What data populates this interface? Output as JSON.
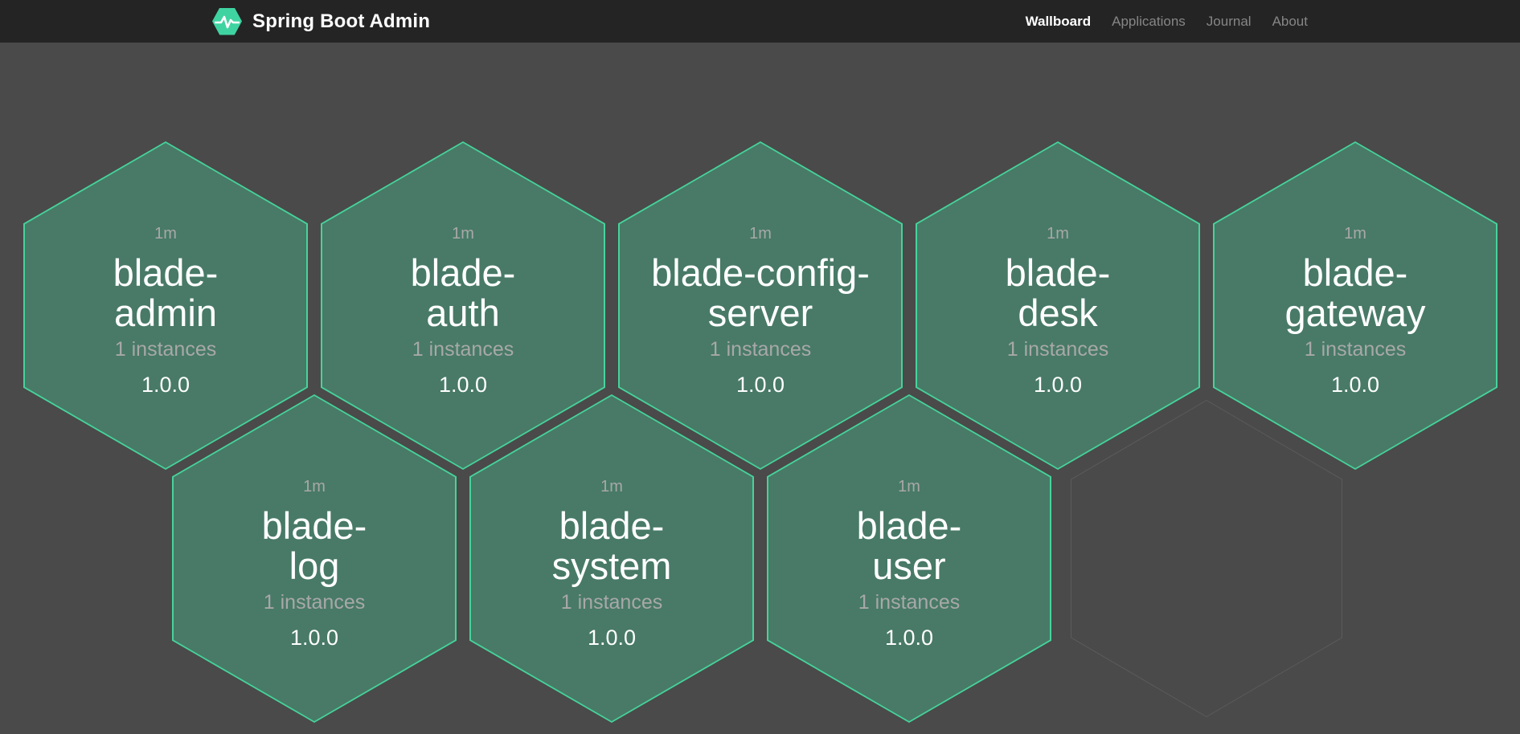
{
  "header": {
    "title": "Spring Boot Admin",
    "nav": [
      {
        "label": "Wallboard",
        "active": true
      },
      {
        "label": "Applications",
        "active": false
      },
      {
        "label": "Journal",
        "active": false
      },
      {
        "label": "About",
        "active": false
      }
    ]
  },
  "wallboard": {
    "applications": [
      {
        "name": "blade-admin",
        "name_lines": [
          "blade-",
          "admin"
        ],
        "uptime": "1m",
        "instances": "1 instances",
        "version": "1.0.0",
        "status": "up"
      },
      {
        "name": "blade-auth",
        "name_lines": [
          "blade-",
          "auth"
        ],
        "uptime": "1m",
        "instances": "1 instances",
        "version": "1.0.0",
        "status": "up"
      },
      {
        "name": "blade-config-server",
        "name_lines": [
          "blade-config-",
          "server"
        ],
        "uptime": "1m",
        "instances": "1 instances",
        "version": "1.0.0",
        "status": "up"
      },
      {
        "name": "blade-desk",
        "name_lines": [
          "blade-",
          "desk"
        ],
        "uptime": "1m",
        "instances": "1 instances",
        "version": "1.0.0",
        "status": "up"
      },
      {
        "name": "blade-gateway",
        "name_lines": [
          "blade-",
          "gateway"
        ],
        "uptime": "1m",
        "instances": "1 instances",
        "version": "1.0.0",
        "status": "up"
      },
      {
        "name": "blade-log",
        "name_lines": [
          "blade-",
          "log"
        ],
        "uptime": "1m",
        "instances": "1 instances",
        "version": "1.0.0",
        "status": "up"
      },
      {
        "name": "blade-system",
        "name_lines": [
          "blade-",
          "system"
        ],
        "uptime": "1m",
        "instances": "1 instances",
        "version": "1.0.0",
        "status": "up"
      },
      {
        "name": "blade-user",
        "name_lines": [
          "blade-",
          "user"
        ],
        "uptime": "1m",
        "instances": "1 instances",
        "version": "1.0.0",
        "status": "up"
      }
    ],
    "empty_slots": 1
  },
  "colors": {
    "header_bg": "#242424",
    "page_bg": "#4a4a4a",
    "brand_green": "#3fd3a2",
    "hexagon_fill_up": "#487a67",
    "hexagon_border_up": "#46d39b",
    "hexagon_empty_border": "#5c5c5c",
    "text_primary": "#ffffff",
    "text_muted": "#a8a8a8",
    "nav_inactive": "#868686"
  }
}
